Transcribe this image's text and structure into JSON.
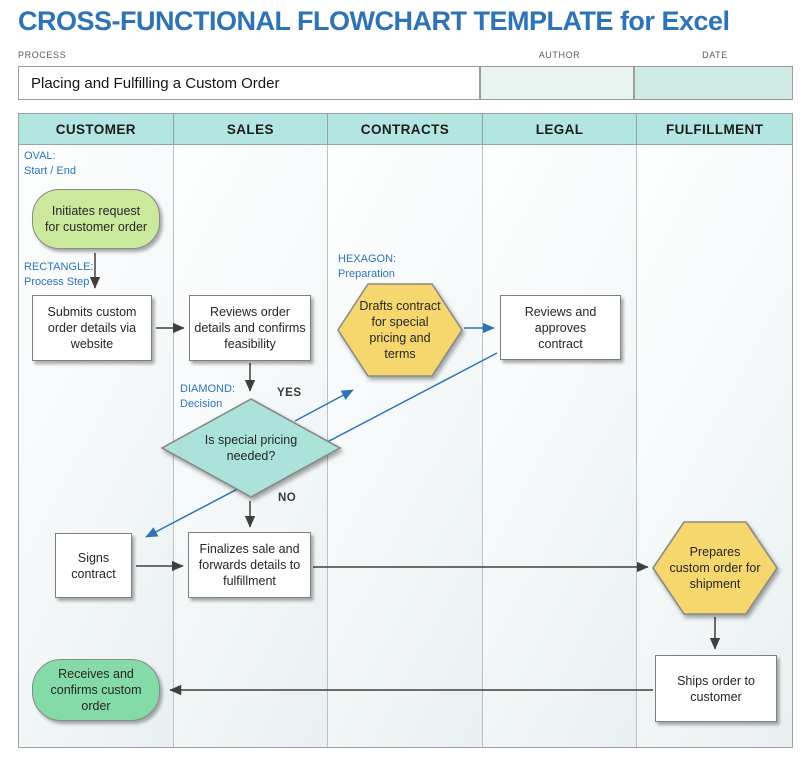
{
  "title": "CROSS-FUNCTIONAL FLOWCHART TEMPLATE for Excel",
  "meta": {
    "process_label": "PROCESS",
    "process_value": "Placing and Fulfilling a Custom Order",
    "author_label": "AUTHOR",
    "author_value": "",
    "date_label": "DATE",
    "date_value": ""
  },
  "lanes": [
    "CUSTOMER",
    "SALES",
    "CONTRACTS",
    "LEGAL",
    "FULFILLMENT"
  ],
  "legend": {
    "oval": {
      "type": "OVAL:",
      "desc": "Start / End"
    },
    "rectangle": {
      "type": "RECTANGLE:",
      "desc": "Process Step"
    },
    "hexagon": {
      "type": "HEXAGON:",
      "desc": "Preparation"
    },
    "diamond": {
      "type": "DIAMOND:",
      "desc": "Decision"
    }
  },
  "nodes": {
    "start": "Initiates request for customer order",
    "submit": "Submits custom order details via website",
    "review_order": "Reviews order details and confirms feasibility",
    "draft_contract": "Drafts contract for special pricing and terms",
    "review_contract": "Reviews and approves contract",
    "decision": "Is special pricing needed?",
    "sign": "Signs contract",
    "finalize": "Finalizes sale and forwards details to fulfillment",
    "prepare": "Prepares custom order for shipment",
    "ship": "Ships order to customer",
    "end": "Receives and confirms custom order"
  },
  "branches": {
    "yes": "YES",
    "no": "NO"
  },
  "colors": {
    "accent_blue": "#2e73b5",
    "header_teal": "#b3e6e0",
    "start_oval_green": "#cbe99c",
    "end_oval_green": "#85dba8",
    "hexagon_yellow": "#f5d76e",
    "diamond_teal": "#abe3da",
    "author_field": "#e9f4f1",
    "date_field": "#cfe9e4"
  }
}
